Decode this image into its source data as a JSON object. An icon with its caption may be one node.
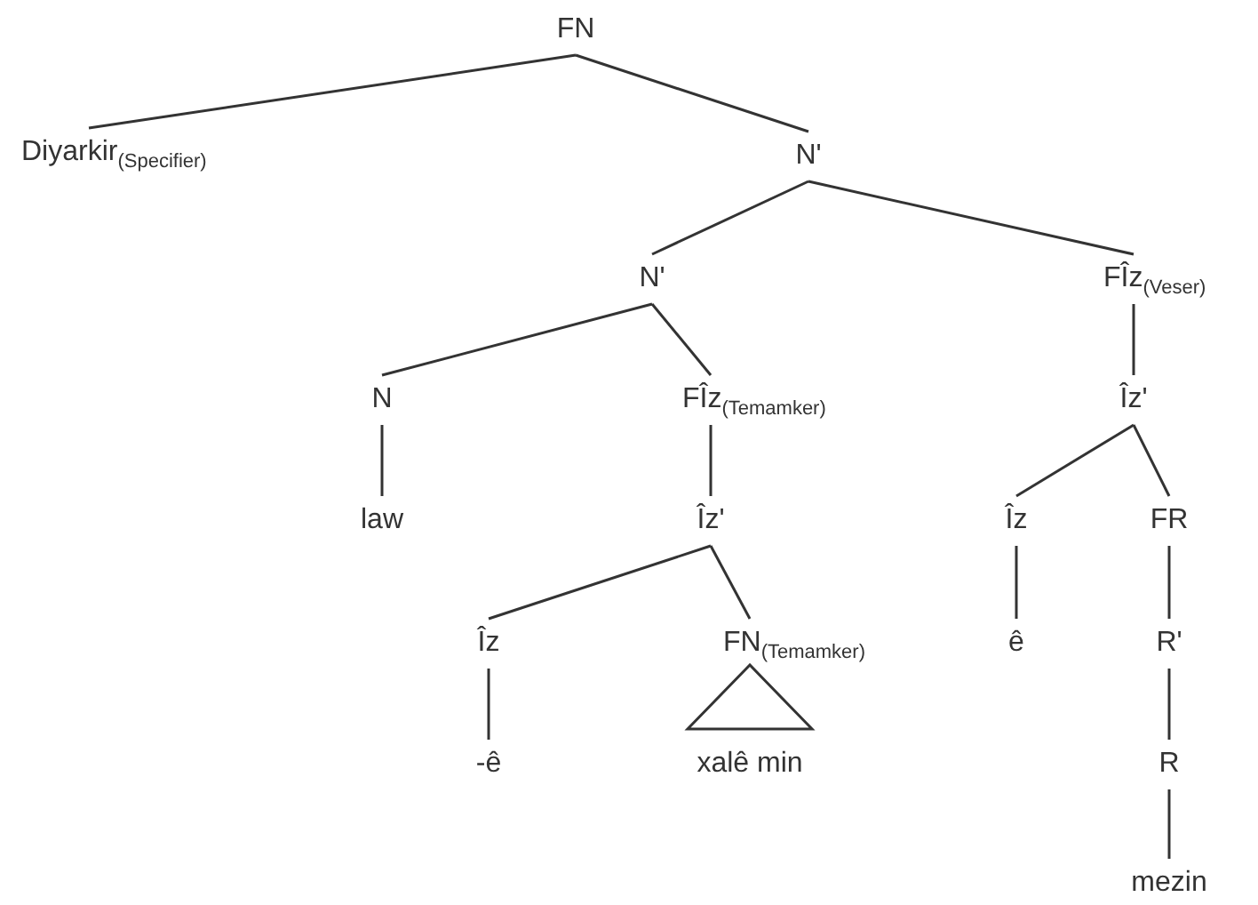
{
  "diagram": {
    "nodes": [
      {
        "text": [
          "FN"
        ]
      },
      {
        "text": [
          "Diyarkir$_{(Specifier)}$"
        ]
      },
      {
        "text": [
          "N'"
        ]
      },
      {
        "text": [
          "N'"
        ]
      },
      {
        "text": [
          "FÎz$_{(Veser)}$"
        ]
      },
      {
        "text": [
          "N"
        ]
      },
      {
        "text": [
          "FÎz$_{(Temamker)}$"
        ]
      },
      {
        "text": [
          "Îz'"
        ]
      },
      {
        "text": [
          "law"
        ]
      },
      {
        "text": [
          "Îz'"
        ]
      },
      {
        "text": [
          "Îz"
        ]
      },
      {
        "text": [
          "FR"
        ]
      },
      {
        "text": [
          "Îz"
        ]
      },
      {
        "text": [
          "FN$_{(Temamker)}$"
        ]
      },
      {
        "text": [
          "ê"
        ]
      },
      {
        "text": [
          "R'"
        ]
      },
      {
        "text": [],
        "shape": "triangle"
      },
      {
        "text": [
          "-ê"
        ]
      },
      {
        "text": [
          "xalê min"
        ]
      },
      {
        "text": [
          "R"
        ]
      },
      {
        "text": [
          "mezin"
        ]
      }
    ],
    "edges": [
      {
        "from": 0,
        "to": 1,
        "arrow": "none"
      },
      {
        "from": 0,
        "to": 2,
        "arrow": "none"
      },
      {
        "from": 2,
        "to": 3,
        "arrow": "none"
      },
      {
        "from": 2,
        "to": 4,
        "arrow": "none"
      },
      {
        "from": 3,
        "to": 5,
        "arrow": "none"
      },
      {
        "from": 3,
        "to": 6,
        "arrow": "none"
      },
      {
        "from": 4,
        "to": 7,
        "arrow": "none"
      },
      {
        "from": 5,
        "to": 8,
        "arrow": "none"
      },
      {
        "from": 6,
        "to": 9,
        "arrow": "none"
      },
      {
        "from": 7,
        "to": 10,
        "arrow": "none"
      },
      {
        "from": 7,
        "to": 11,
        "arrow": "none"
      },
      {
        "from": 9,
        "to": 12,
        "arrow": "none"
      },
      {
        "from": 9,
        "to": 13,
        "arrow": "none"
      },
      {
        "from": 10,
        "to": 14,
        "arrow": "none"
      },
      {
        "from": 11,
        "to": 15,
        "arrow": "none"
      },
      {
        "from": 12,
        "to": 17,
        "arrow": "none"
      },
      {
        "from": 15,
        "to": 19,
        "arrow": "none"
      },
      {
        "from": 19,
        "to": 20,
        "arrow": "none"
      }
    ]
  }
}
